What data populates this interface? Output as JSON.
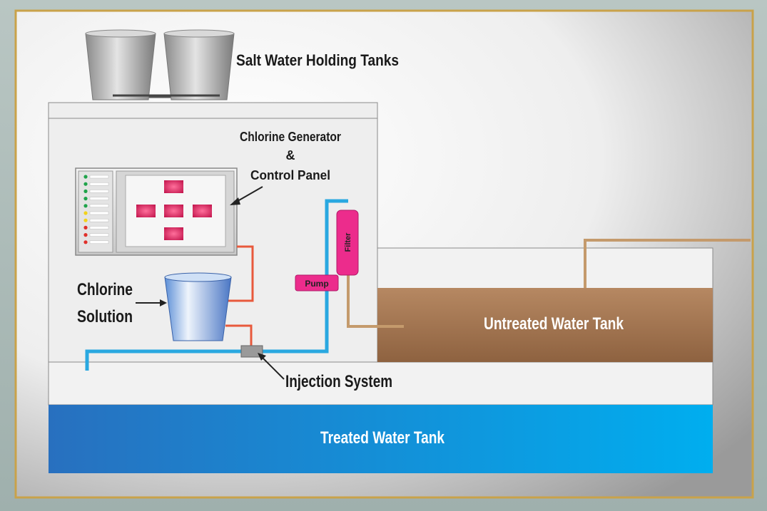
{
  "labels": {
    "salt_tanks": "Salt Water Holding Tanks",
    "generator_line1": "Chlorine Generator",
    "generator_line2": "&",
    "generator_line3": "Control Panel",
    "chlorine_line1": "Chlorine",
    "chlorine_line2": "Solution",
    "pump": "Pump",
    "filter": "Filter",
    "untreated": "Untreated Water Tank",
    "injection": "Injection System",
    "treated": "Treated Water Tank"
  },
  "colors": {
    "frame_border": "#c9a24a",
    "water_line": "#29a8e0",
    "chlorine_line": "#e8593c",
    "untreated_line": "#c49a6c",
    "untreated_tank": "#a9764f",
    "treated_tank": "#1a8fd8",
    "pump_filter": "#ec2c8c",
    "panel_button": "#d81e57"
  },
  "indicator_lights": [
    "green",
    "green",
    "green",
    "green",
    "green",
    "yellow",
    "yellow",
    "red",
    "red",
    "red"
  ]
}
